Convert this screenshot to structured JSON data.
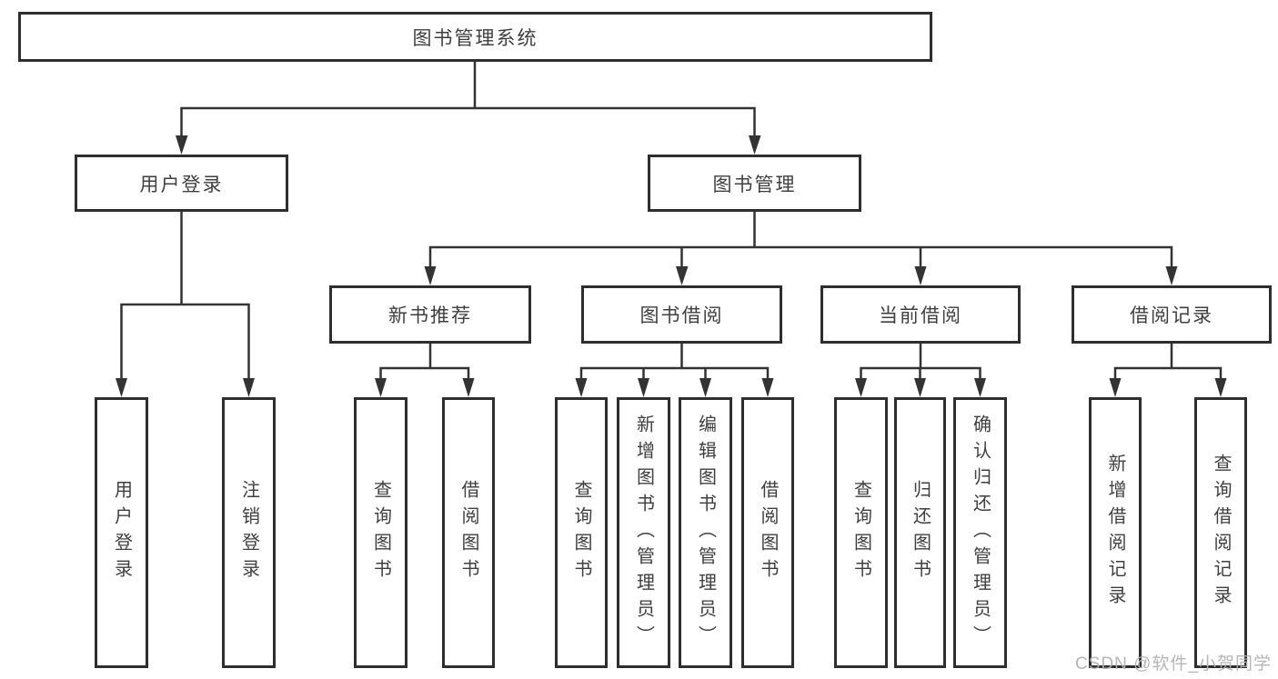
{
  "diagram": {
    "root": {
      "label": "图书管理系统"
    },
    "branches": [
      {
        "label": "用户登录",
        "children": [
          {
            "label": "用户登录"
          },
          {
            "label": "注销登录"
          }
        ]
      },
      {
        "label": "图书管理",
        "children": [
          {
            "label": "新书推荐",
            "children": [
              {
                "label": "查询图书"
              },
              {
                "label": "借阅图书"
              }
            ]
          },
          {
            "label": "图书借阅",
            "children": [
              {
                "label": "查询图书"
              },
              {
                "label": "新增图书（管理员）"
              },
              {
                "label": "编辑图书（管理员）"
              },
              {
                "label": "借阅图书"
              }
            ]
          },
          {
            "label": "当前借阅",
            "children": [
              {
                "label": "查询图书"
              },
              {
                "label": "归还图书"
              },
              {
                "label": "确认归还（管理员）"
              }
            ]
          },
          {
            "label": "借阅记录",
            "children": [
              {
                "label": "新增借阅记录"
              },
              {
                "label": "查询借阅记录"
              }
            ]
          }
        ]
      }
    ]
  },
  "watermark": {
    "text": "CSDN @软件_小贺同学"
  },
  "colors": {
    "line": "#333333",
    "box_border": "#2e2e2e",
    "text": "#3f3f3f",
    "watermark": "#b2b2b2",
    "background": "#ffffff"
  }
}
